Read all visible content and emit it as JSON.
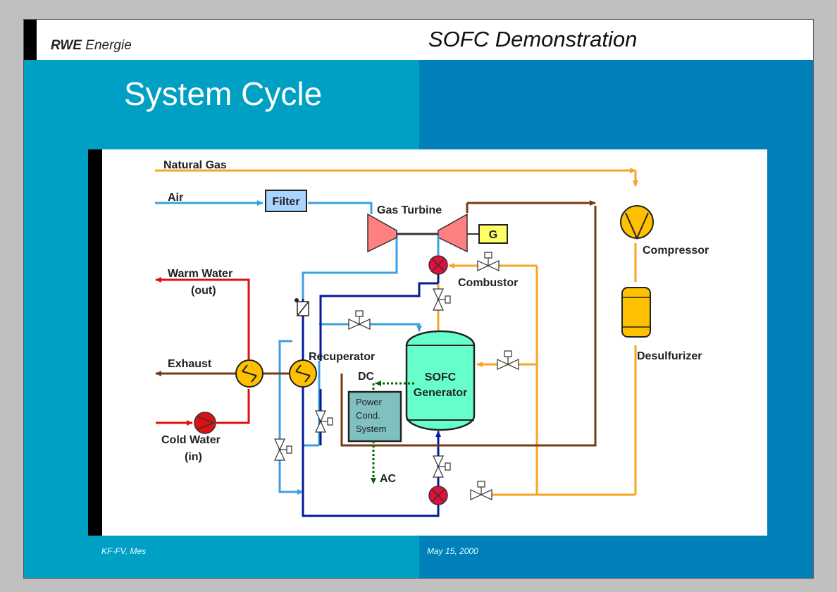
{
  "header": {
    "logo_bold": "RWE",
    "logo_regular": "Energie",
    "title": "SOFC Demonstration"
  },
  "slide": {
    "subtitle": "System Cycle"
  },
  "diagram": {
    "labels": {
      "natural_gas": "Natural Gas",
      "air": "Air",
      "filter": "Filter",
      "gas_turbine": "Gas Turbine",
      "generator": "G",
      "compressor": "Compressor",
      "combustor": "Combustor",
      "warm_water_1": "Warm Water",
      "warm_water_2": "(out)",
      "exhaust": "Exhaust",
      "recuperator": "Recuperator",
      "dc": "DC",
      "sofc_1": "SOFC",
      "sofc_2": "Generator",
      "desulfurizer": "Desulfurizer",
      "power_cond_1": "Power",
      "power_cond_2": "Cond.",
      "power_cond_3": "System",
      "cold_water_1": "Cold Water",
      "cold_water_2": "(in)",
      "ac": "AC"
    },
    "colors": {
      "natural_gas": "#f5a623",
      "air": "#3aa0e0",
      "recycle": "#001a9c",
      "exhaust": "#7a3a10",
      "water": "#e01010",
      "dc_ac": "#006600",
      "sofc": "#66ffcc",
      "equipment": "#ffc000"
    }
  },
  "footer": {
    "left": "KF-FV, Mes",
    "right": "May 15, 2000"
  }
}
